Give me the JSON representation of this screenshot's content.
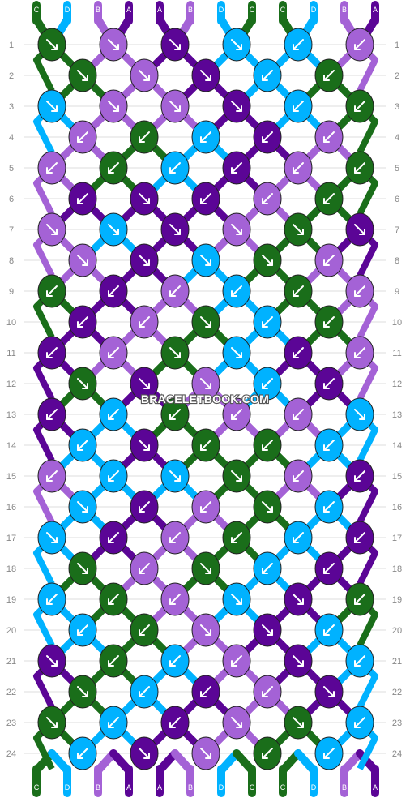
{
  "pattern": {
    "colors": {
      "C": "#1a6e1a",
      "D": "#00b2ff",
      "B": "#a462d6",
      "A": "#5b0596"
    },
    "top_letters": [
      "C",
      "D",
      "B",
      "A",
      "A",
      "B",
      "D",
      "C",
      "C",
      "D",
      "B",
      "A"
    ],
    "bottom_letters": [
      "C",
      "D",
      "B",
      "A",
      "A",
      "B",
      "D",
      "C",
      "C",
      "D",
      "B",
      "A"
    ],
    "row_numbers": [
      "1",
      "2",
      "3",
      "4",
      "5",
      "6",
      "7",
      "8",
      "9",
      "10",
      "11",
      "12",
      "13",
      "14",
      "15",
      "16",
      "17",
      "18",
      "19",
      "20",
      "21",
      "22",
      "23",
      "24"
    ],
    "knots_odd": [
      [
        "C",
        "B",
        "A",
        "D",
        "D",
        "B"
      ],
      [
        "D",
        "B",
        "B",
        "A",
        "D",
        "C"
      ],
      [
        "B",
        "C",
        "D",
        "A",
        "B",
        "C"
      ],
      [
        "B",
        "D",
        "A",
        "B",
        "C",
        "A"
      ],
      [
        "C",
        "A",
        "B",
        "D",
        "C",
        "B"
      ],
      [
        "A",
        "B",
        "C",
        "D",
        "A",
        "B"
      ],
      [
        "A",
        "D",
        "C",
        "B",
        "B",
        "D"
      ],
      [
        "B",
        "D",
        "D",
        "C",
        "B",
        "A"
      ],
      [
        "D",
        "A",
        "B",
        "C",
        "D",
        "A"
      ],
      [
        "D",
        "C",
        "B",
        "D",
        "A",
        "C"
      ],
      [
        "A",
        "C",
        "D",
        "B",
        "A",
        "D"
      ],
      [
        "C",
        "D",
        "A",
        "B",
        "C",
        "D"
      ]
    ],
    "knots_even": [
      [
        "C",
        "B",
        "A",
        "D",
        "C"
      ],
      [
        "B",
        "C",
        "D",
        "A",
        "B"
      ],
      [
        "A",
        "A",
        "A",
        "B",
        "C"
      ],
      [
        "B",
        "A",
        "D",
        "C",
        "B"
      ],
      [
        "A",
        "B",
        "C",
        "D",
        "C"
      ],
      [
        "C",
        "A",
        "B",
        "D",
        "A"
      ],
      [
        "D",
        "A",
        "C",
        "C",
        "D"
      ],
      [
        "D",
        "A",
        "B",
        "C",
        "D"
      ],
      [
        "C",
        "B",
        "C",
        "D",
        "A"
      ],
      [
        "D",
        "C",
        "B",
        "A",
        "D"
      ],
      [
        "C",
        "D",
        "A",
        "B",
        "A"
      ],
      [
        "D",
        "A",
        "B",
        "C",
        "D"
      ]
    ],
    "arrows_odd": [
      [
        "se",
        "se",
        "se",
        "se",
        "sw",
        "sw"
      ],
      [
        "se",
        "se",
        "se",
        "se",
        "sw",
        "sw"
      ],
      [
        "sw",
        "sw",
        "sw",
        "sw",
        "sw",
        "sw"
      ],
      [
        "se",
        "se",
        "se",
        "se",
        "se",
        "se"
      ],
      [
        "sw",
        "sw",
        "sw",
        "sw",
        "sw",
        "sw"
      ],
      [
        "sw",
        "sw",
        "se",
        "se",
        "sw",
        "sw"
      ],
      [
        "sw",
        "sw",
        "sw",
        "sw",
        "sw",
        "se"
      ],
      [
        "sw",
        "sw",
        "se",
        "se",
        "sw",
        "sw"
      ],
      [
        "se",
        "sw",
        "sw",
        "sw",
        "sw",
        "sw"
      ],
      [
        "sw",
        "sw",
        "sw",
        "se",
        "se",
        "sw"
      ],
      [
        "se",
        "sw",
        "sw",
        "sw",
        "se",
        "sw"
      ],
      [
        "se",
        "sw",
        "sw",
        "se",
        "se",
        "sw"
      ]
    ],
    "arrows_even": [
      [
        "se",
        "se",
        "se",
        "sw",
        "sw"
      ],
      [
        "sw",
        "sw",
        "sw",
        "sw",
        "sw"
      ],
      [
        "sw",
        "se",
        "sw",
        "sw",
        "sw"
      ],
      [
        "se",
        "se",
        "se",
        "se",
        "sw"
      ],
      [
        "sw",
        "sw",
        "se",
        "sw",
        "sw"
      ],
      [
        "se",
        "se",
        "se",
        "sw",
        "sw"
      ],
      [
        "sw",
        "se",
        "sw",
        "sw",
        "sw"
      ],
      [
        "se",
        "sw",
        "sw",
        "se",
        "sw"
      ],
      [
        "se",
        "sw",
        "se",
        "sw",
        "sw"
      ],
      [
        "sw",
        "sw",
        "se",
        "se",
        "sw"
      ],
      [
        "se",
        "sw",
        "sw",
        "sw",
        "se"
      ],
      [
        "sw",
        "se",
        "se",
        "sw",
        "sw"
      ]
    ],
    "watermark": "BRACELETBOOK.COM"
  }
}
